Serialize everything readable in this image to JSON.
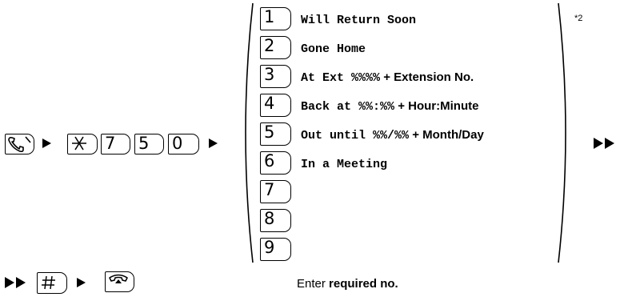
{
  "row1": {
    "digits": [
      "7",
      "5",
      "0"
    ]
  },
  "options": [
    {
      "key": "1",
      "text": "Will Return Soon",
      "suffix": ""
    },
    {
      "key": "2",
      "text": "Gone Home",
      "suffix": ""
    },
    {
      "key": "3",
      "text": "At Ext %%%%",
      "suffix": "+ Extension No."
    },
    {
      "key": "4",
      "text": "Back at %%:%%",
      "suffix": "+ Hour:Minute"
    },
    {
      "key": "5",
      "text": "Out until %%/%%",
      "suffix": "+ Month/Day"
    },
    {
      "key": "6",
      "text": "In a Meeting",
      "suffix": ""
    },
    {
      "key": "7",
      "text": "",
      "suffix": ""
    },
    {
      "key": "8",
      "text": "",
      "suffix": ""
    },
    {
      "key": "9",
      "text": "",
      "suffix": ""
    }
  ],
  "footnote": "*2",
  "caption": {
    "prefix": "Enter",
    "bold": "required no."
  },
  "icons": {
    "offhook": "handset-offhook-icon",
    "onhook": "handset-onhook-icon",
    "star": "star-key",
    "hash": "hash-key",
    "arrow": "arrow-right-icon",
    "double_arrow": "double-arrow-right-icon"
  }
}
